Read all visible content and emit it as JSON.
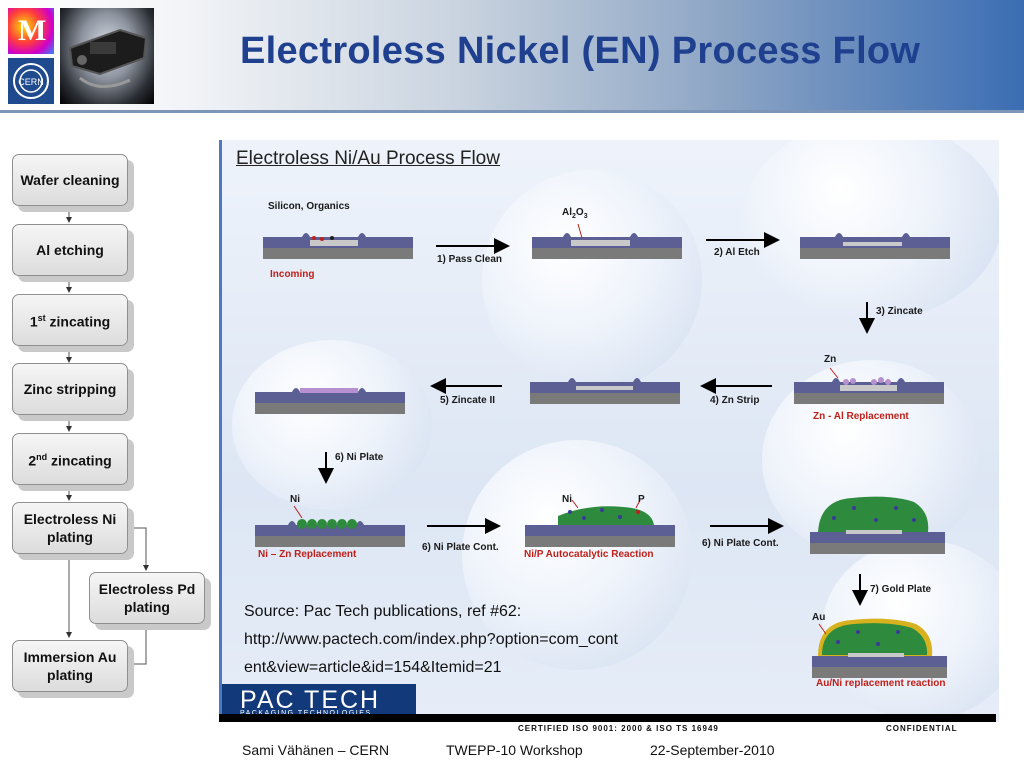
{
  "slide": {
    "title": "Electroless Nickel (EN) Process Flow",
    "logo_letter": "M",
    "logo_cern": "CERN"
  },
  "flowchart": {
    "steps": [
      {
        "text": "Wafer cleaning"
      },
      {
        "text": "Al etching"
      },
      {
        "pre": "1",
        "sup": "st",
        "post": " zincating"
      },
      {
        "text": "Zinc stripping"
      },
      {
        "pre": "2",
        "sup": "nd",
        "post": " zincating"
      },
      {
        "line1": "Electroless Ni",
        "line2": "plating"
      },
      {
        "line1": "Electroless Pd",
        "line2": "plating"
      },
      {
        "line1": "Immersion Au",
        "line2": "plating"
      }
    ]
  },
  "diagram": {
    "title": "Electroless Ni/Au Process Flow",
    "labels": {
      "silicon_organics": "Silicon, Organics",
      "al2o3_pre": "Al",
      "al2o3_sub1": "2",
      "al2o3_mid": "O",
      "al2o3_sub2": "3",
      "incoming": "Incoming",
      "zn": "Zn",
      "zn_al": "Zn - Al Replacement",
      "ni1": "Ni",
      "ni_zn": "Ni –  Zn Replacement",
      "ni2": "Ni",
      "p": "P",
      "nip": "Ni/P Autocatalytic Reaction",
      "au": "Au",
      "auni": "Au/Ni replacement  reaction"
    },
    "steps": {
      "s1": "1) Pass Clean",
      "s2": "2) Al Etch",
      "s3": "3) Zincate",
      "s4": "4) Zn Strip",
      "s5": "5) Zincate II",
      "s6": "6) Ni Plate",
      "s6c1": "6) Ni Plate Cont.",
      "s6c2": "6) Ni Plate Cont.",
      "s7": "7) Gold Plate"
    },
    "source": {
      "line1": "Source: Pac Tech publications, ref #62:",
      "line2": "http://www.pactech.com/index.php?option=com_cont",
      "line3": "ent&view=article&id=154&Itemid=21"
    },
    "logo": {
      "name": "PAC TECH",
      "tagline": "PACKAGING TECHNOLOGIES"
    },
    "certified": "CERTIFIED ISO 9001: 2000 & ISO TS 16949",
    "confidential": "CONFIDENTIAL"
  },
  "footer": {
    "author": "Sami Vähänen – CERN",
    "event": "TWEPP-10 Workshop",
    "date": "22-September-2010"
  },
  "colors": {
    "title": "#1f3f8f",
    "passivation": "#5b5f93",
    "substrate": "#7a7a7a",
    "pad": "#c9c9c9",
    "red_label": "#c0201a",
    "zinc": "#b690d0",
    "nickel": "#2e8b3d",
    "gold": "#d7b21e"
  }
}
